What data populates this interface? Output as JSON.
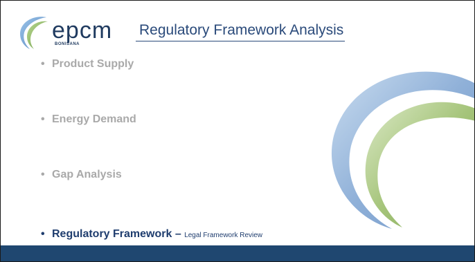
{
  "header": {
    "logo_text": "epcm",
    "logo_subtext": "BONISANA",
    "title": "Regulatory Framework Analysis"
  },
  "bullets": [
    {
      "label": "Product Supply",
      "state": "muted"
    },
    {
      "label": "Energy Demand",
      "state": "muted"
    },
    {
      "label": "Gap Analysis",
      "state": "muted"
    },
    {
      "label": "Regulatory Framework",
      "separator": " – ",
      "sublabel": "Legal Framework Review",
      "state": "active"
    }
  ],
  "bullet_glyph": "•",
  "colors": {
    "title": "#2a4a7a",
    "muted_text": "#a9a9a9",
    "active_text": "#1f3d6e",
    "footer": "#1f4770",
    "arc_blue": "#8fb0d8",
    "arc_green": "#a5c47a"
  },
  "icons": {
    "logo_swoosh": "logo-swoosh-icon",
    "decorative_arcs": "decorative-arcs-icon"
  }
}
